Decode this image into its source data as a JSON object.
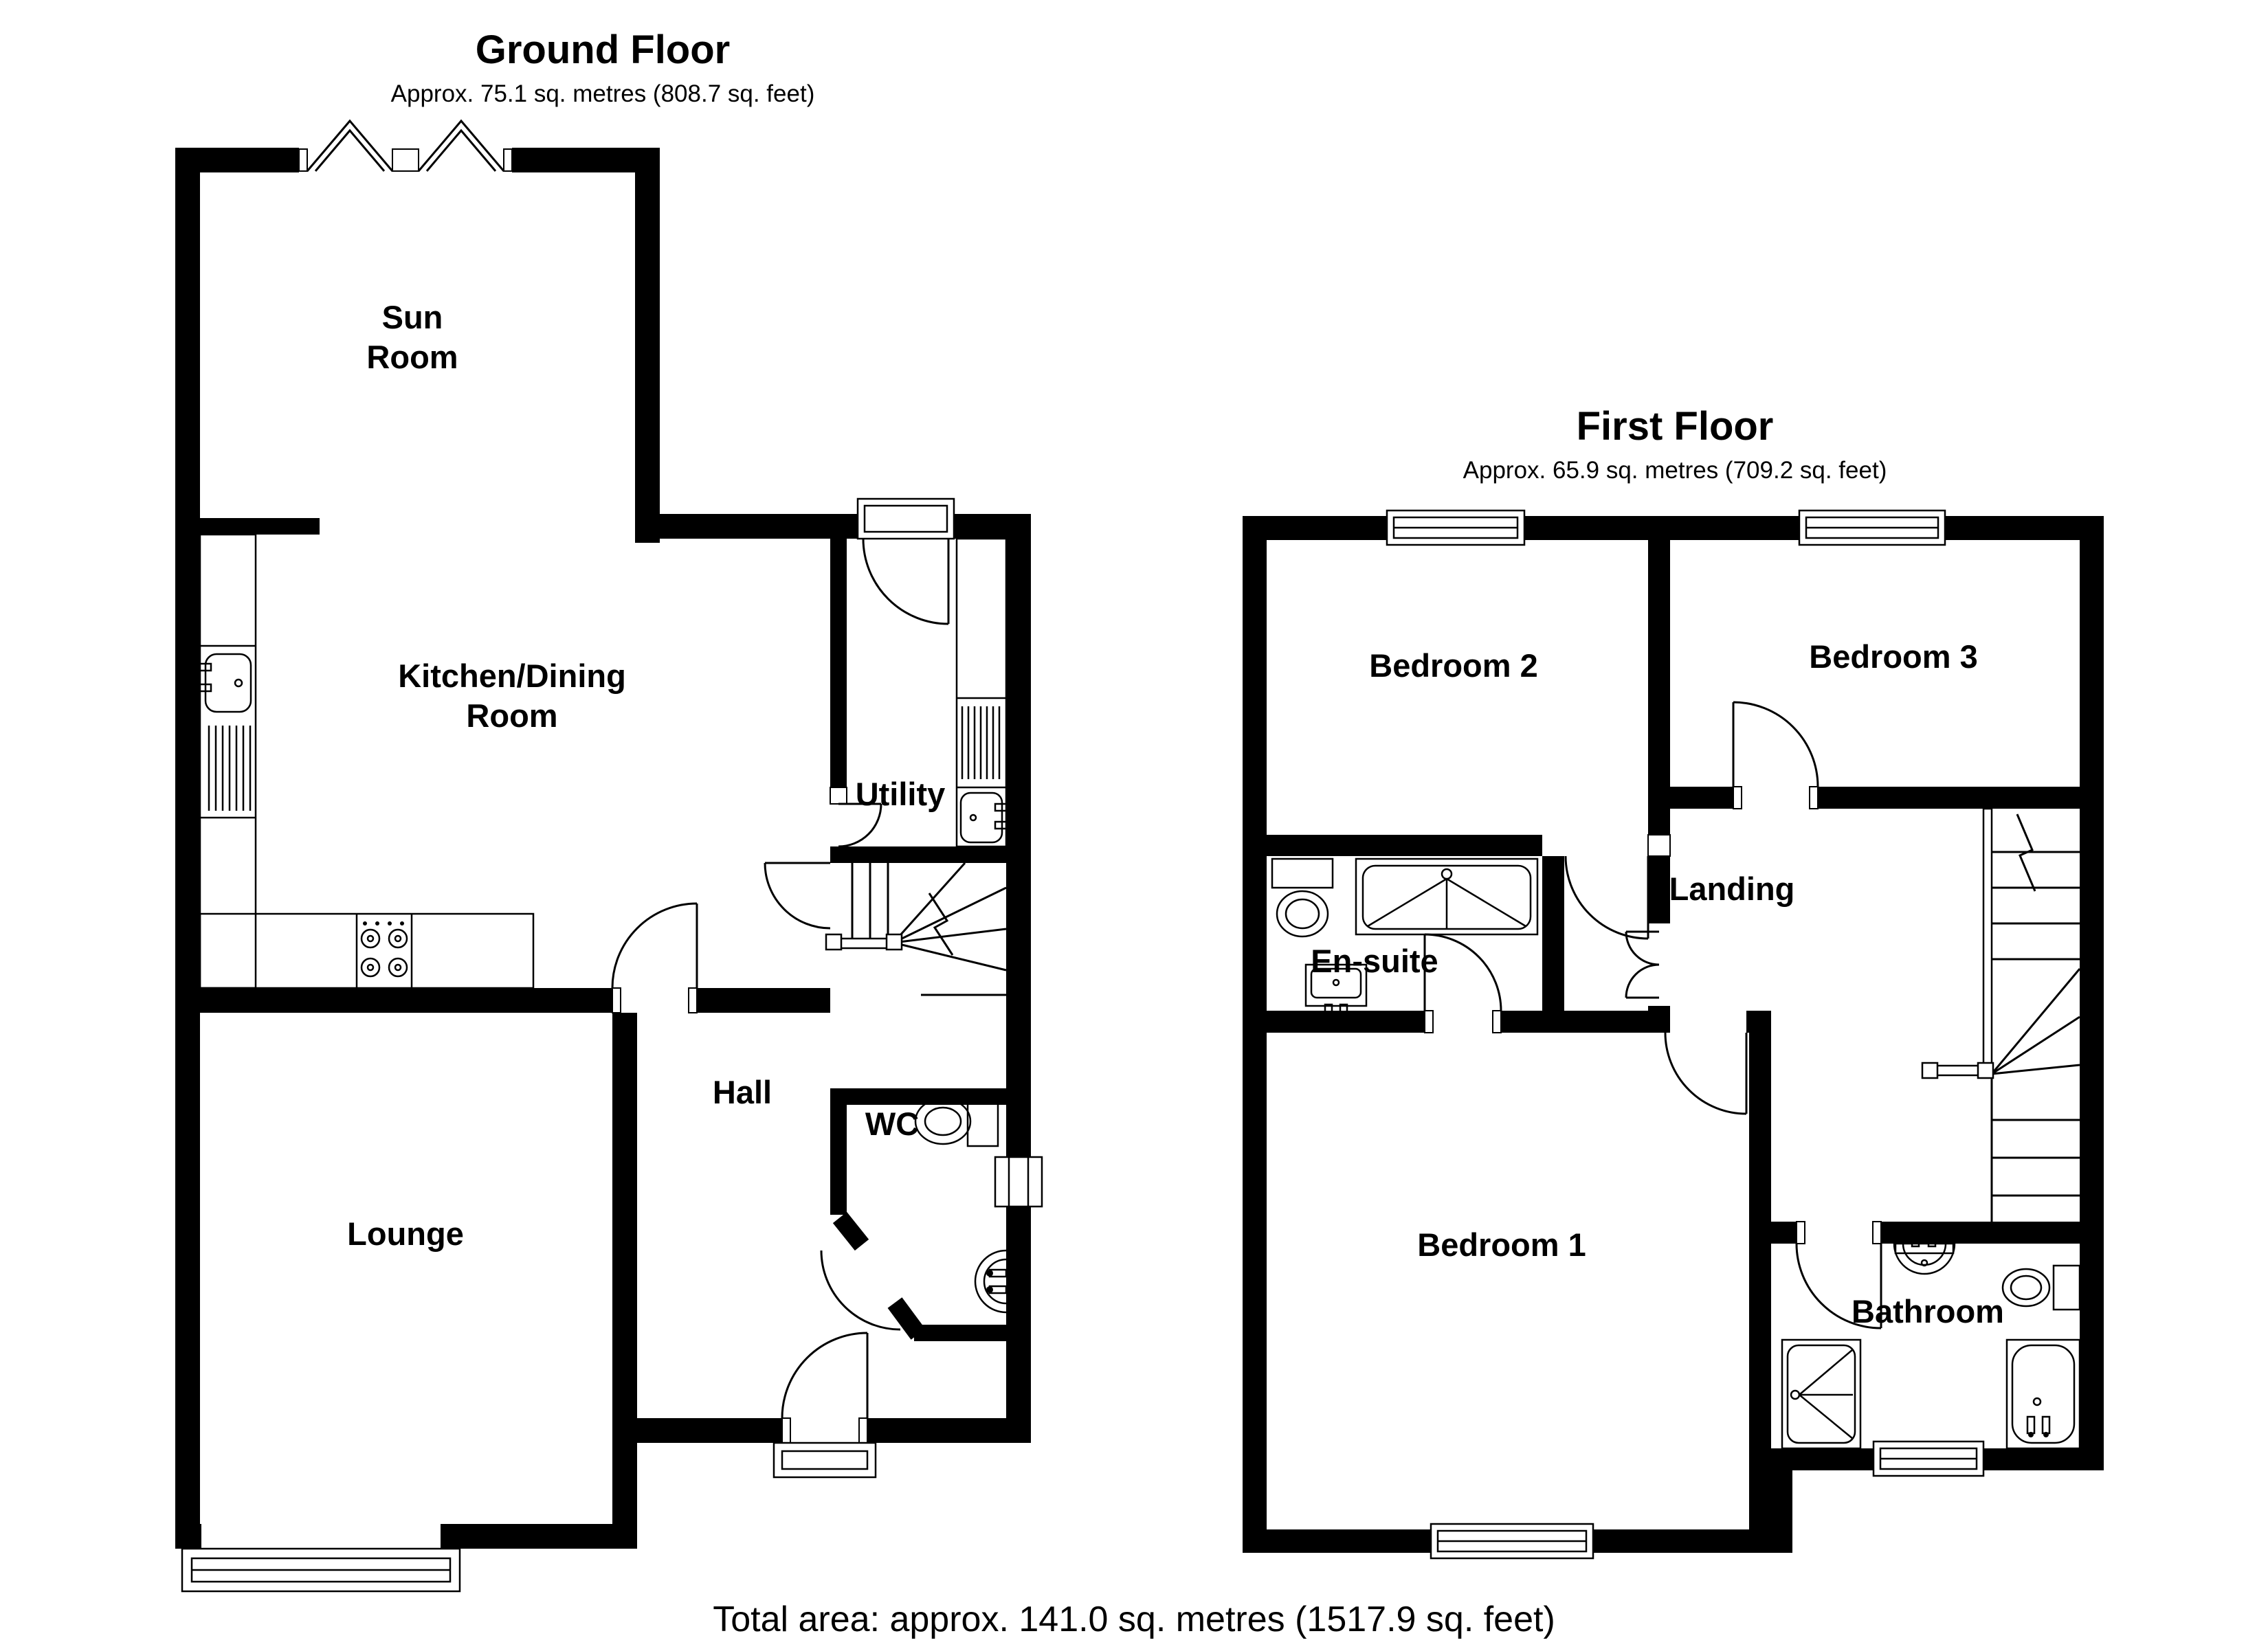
{
  "ground_floor": {
    "title": "Ground Floor",
    "subtitle": "Approx. 75.1 sq. metres (808.7 sq. feet)",
    "labels": {
      "sun_room_line1": "Sun",
      "sun_room_line2": "Room",
      "kitchen_line1": "Kitchen/Dining",
      "kitchen_line2": "Room",
      "utility": "Utility",
      "hall": "Hall",
      "wc": "WC",
      "lounge": "Lounge"
    }
  },
  "first_floor": {
    "title": "First Floor",
    "subtitle": "Approx. 65.9 sq. metres (709.2 sq. feet)",
    "labels": {
      "bedroom2": "Bedroom 2",
      "bedroom3": "Bedroom 3",
      "landing": "Landing",
      "ensuite": "En-suite",
      "bedroom1": "Bedroom 1",
      "bathroom": "Bathroom"
    }
  },
  "footer": {
    "total_area": "Total area: approx. 141.0 sq. metres (1517.9 sq. feet)"
  },
  "colors": {
    "walls": "#000000",
    "background": "#ffffff"
  }
}
